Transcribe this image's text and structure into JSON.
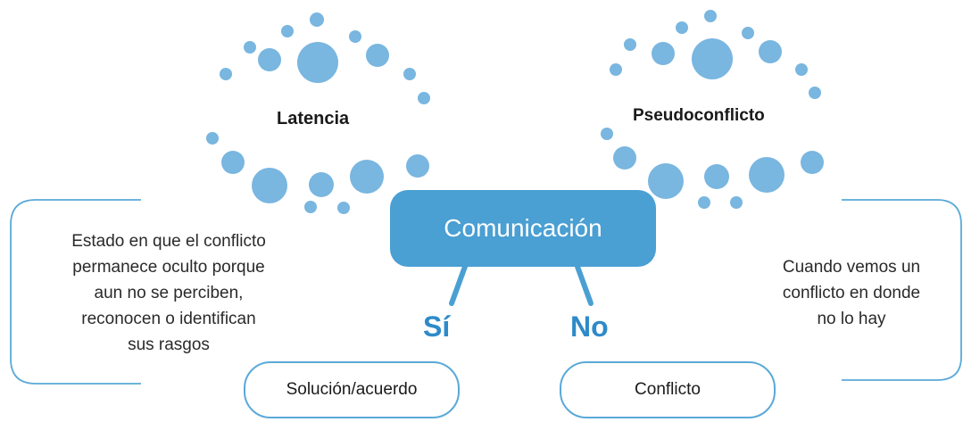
{
  "clouds": {
    "left_label": "Latencia",
    "right_label": "Pseudoconflicto"
  },
  "center": {
    "label": "Comunicación"
  },
  "branches": {
    "yes_label": "Sí",
    "no_label": "No"
  },
  "left_note": {
    "lines": [
      "Estado en que el conflicto",
      "permanece oculto porque",
      "aun no se perciben,",
      "reconocen o identifican",
      "sus rasgos"
    ]
  },
  "right_note": {
    "lines": [
      "Cuando vemos un",
      "conflicto en donde",
      "no lo hay"
    ]
  },
  "outcomes": {
    "yes_outcome": "Solución/acuerdo",
    "no_outcome": "Conflicto"
  },
  "colors": {
    "accent": "#4a9fd3",
    "dots": "#79b6e0",
    "yes_no_text": "#2e8ac8",
    "outline": "#5aa9d8"
  }
}
